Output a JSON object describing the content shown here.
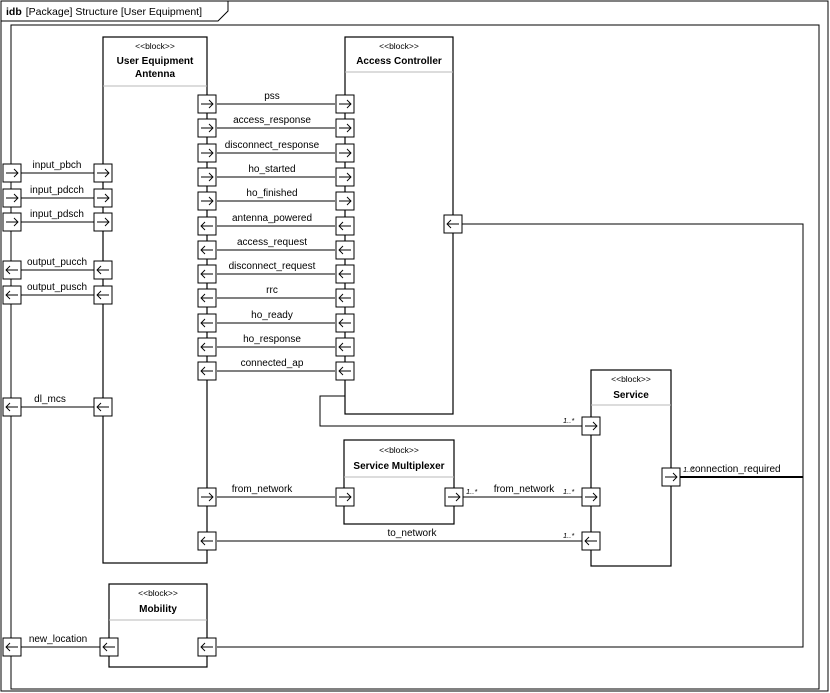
{
  "diagram": {
    "frame_kind": "idb",
    "frame_title": "[Package] Structure [User Equipment]"
  },
  "stereotype": "<<block>>",
  "blocks": {
    "antenna": {
      "line1": "User Equipment",
      "line2": "Antenna"
    },
    "controller": {
      "name": "Access Controller"
    },
    "service": {
      "name": "Service"
    },
    "multiplexer": {
      "name": "Service Multiplexer"
    },
    "mobility": {
      "name": "Mobility"
    }
  },
  "antenna_ports": [
    {
      "id": "input_pbch",
      "label": "input_pbch",
      "direction": "in"
    },
    {
      "id": "input_pdcch",
      "label": "input_pdcch",
      "direction": "in"
    },
    {
      "id": "input_pdsch",
      "label": "input_pdsch",
      "direction": "in"
    },
    {
      "id": "output_pucch",
      "label": "output_pucch",
      "direction": "out"
    },
    {
      "id": "output_pusch",
      "label": "output_pusch",
      "direction": "out"
    },
    {
      "id": "dl_mcs",
      "label": "dl_mcs",
      "direction": "out"
    }
  ],
  "controller_connections": [
    {
      "label": "pss",
      "direction": "to-controller"
    },
    {
      "label": "access_response",
      "direction": "to-controller"
    },
    {
      "label": "disconnect_response",
      "direction": "to-controller"
    },
    {
      "label": "ho_started",
      "direction": "to-controller"
    },
    {
      "label": "ho_finished",
      "direction": "to-controller"
    },
    {
      "label": "antenna_powered",
      "direction": "to-antenna"
    },
    {
      "label": "access_request",
      "direction": "to-antenna"
    },
    {
      "label": "disconnect_request",
      "direction": "to-antenna"
    },
    {
      "label": "rrc",
      "direction": "to-antenna"
    },
    {
      "label": "ho_ready",
      "direction": "to-antenna"
    },
    {
      "label": "ho_response",
      "direction": "to-antenna"
    },
    {
      "label": "connected_ap",
      "direction": "to-antenna"
    }
  ],
  "other_connections": {
    "from_network_1": "from_network",
    "from_network_2": "from_network",
    "to_network": "to_network",
    "connection_required": "connection_required",
    "new_location": "new_location"
  },
  "multiplicity": "1..*"
}
